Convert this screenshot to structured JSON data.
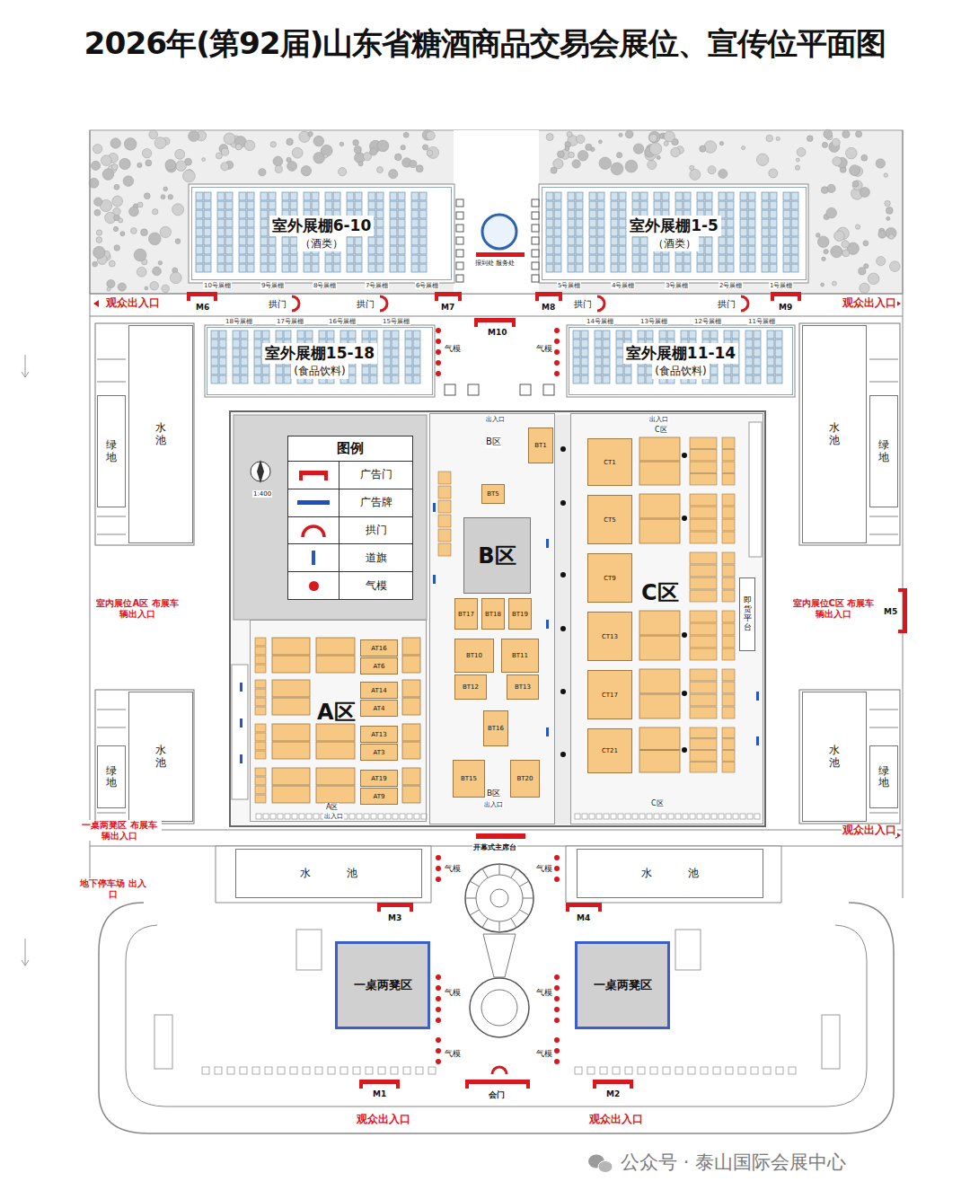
{
  "diagram": {
    "title": "2026年(第92届)山东省糖酒商品交易会展位、宣传位平面图",
    "nodes": [
      {
        "text": [
          "室外展棚6-10",
          "（酒类）"
        ]
      },
      {
        "text": [
          "室外展棚1-5",
          "（酒类）"
        ]
      },
      {
        "text": [
          "室外展棚15-18",
          "(食品饮料)"
        ]
      },
      {
        "text": [
          "室外展棚11-14",
          "(食品饮料)"
        ]
      },
      {
        "text": [
          "水池"
        ]
      },
      {
        "text": [
          "绿地"
        ]
      },
      {
        "text": [
          "水池"
        ]
      },
      {
        "text": [
          "绿地"
        ]
      },
      {
        "text": [
          "图例"
        ]
      },
      {
        "text": [
          "A区"
        ]
      },
      {
        "text": [
          "AT16"
        ],
        "in": 9
      },
      {
        "text": [
          "AT6"
        ],
        "in": 9
      },
      {
        "text": [
          "AT14"
        ],
        "in": 9
      },
      {
        "text": [
          "AT4"
        ],
        "in": 9
      },
      {
        "text": [
          "AT13"
        ],
        "in": 9
      },
      {
        "text": [
          "AT3"
        ],
        "in": 9
      },
      {
        "text": [
          "AT19"
        ],
        "in": 9
      },
      {
        "text": [
          "AT9"
        ],
        "in": 9
      },
      {
        "text": [
          "B区"
        ]
      },
      {
        "text": [
          "B区"
        ],
        "in": 18
      },
      {
        "text": [
          "BT1"
        ],
        "in": 18
      },
      {
        "text": [
          "BT5"
        ],
        "in": 18
      },
      {
        "text": [
          "BT17"
        ],
        "in": 18
      },
      {
        "text": [
          "BT18"
        ],
        "in": 18
      },
      {
        "text": [
          "BT19"
        ],
        "in": 18
      },
      {
        "text": [
          "BT10"
        ],
        "in": 18
      },
      {
        "text": [
          "BT11"
        ],
        "in": 18
      },
      {
        "text": [
          "BT12"
        ],
        "in": 18
      },
      {
        "text": [
          "BT13"
        ],
        "in": 18
      },
      {
        "text": [
          "BT16"
        ],
        "in": 18
      },
      {
        "text": [
          "BT15"
        ],
        "in": 18
      },
      {
        "text": [
          "BT20"
        ],
        "in": 18
      },
      {
        "text": [
          "C区"
        ]
      },
      {
        "text": [
          "即货平台"
        ],
        "in": 32
      },
      {
        "text": [
          "CT1"
        ],
        "in": 32
      },
      {
        "text": [
          "CT5"
        ],
        "in": 32
      },
      {
        "text": [
          "CT9"
        ],
        "in": 32
      },
      {
        "text": [
          "CT13"
        ],
        "in": 32
      },
      {
        "text": [
          "CT17"
        ],
        "in": 32
      },
      {
        "text": [
          "CT21"
        ],
        "in": 32
      },
      {
        "text": [
          "水池"
        ]
      },
      {
        "text": [
          "绿地"
        ]
      },
      {
        "text": [
          "水池"
        ]
      },
      {
        "text": [
          "绿地"
        ]
      },
      {
        "text": [
          "水池"
        ]
      },
      {
        "text": [
          "水池"
        ]
      },
      {
        "text": [
          "一桌两凳区"
        ]
      },
      {
        "text": [
          "一桌两凳区"
        ]
      }
    ],
    "labels": [
      "报到处 服务处",
      "10号展棚",
      "9号展棚",
      "8号展棚",
      "7号展棚",
      "6号展棚",
      "5号展棚",
      "4号展棚",
      "3号展棚",
      "2号展棚",
      "1号展棚",
      "18号展棚",
      "17号展棚",
      "16号展棚",
      "15号展棚",
      "14号展棚",
      "13号展棚",
      "12号展棚",
      "11号展棚",
      "拱门",
      "拱门",
      "拱门",
      "拱门",
      "观众出入口",
      "观众出入口",
      "M6",
      "M7",
      "M8",
      "M9",
      "M10",
      "气模",
      "气模",
      "1:400",
      "室内展位A区 布展车辆出入口",
      "室内展位C区 布展车辆出入口",
      "M5",
      "出入口",
      "出入口",
      "C区",
      "A区",
      "出入口",
      "B区",
      "出入口",
      "C区",
      "一桌两凳区 布展车辆出入口",
      "观众出入口",
      "地下停车场 出入口",
      "开幕式主席台",
      "M3",
      "M4",
      "气模",
      "气模",
      "气模",
      "气模",
      "气模",
      "气模",
      "M1",
      "会门",
      "M2",
      "观众出入口",
      "观众出入口",
      "公众号 · 泰山国际会展中心"
    ],
    "legend": [
      {
        "text": "广告门"
      },
      {
        "text": "广告牌",
        "color": "#1f4fbf"
      },
      {
        "text": "拱门"
      },
      {
        "text": "道旗"
      },
      {
        "text": "气模",
        "color": "#d7191f"
      }
    ]
  }
}
